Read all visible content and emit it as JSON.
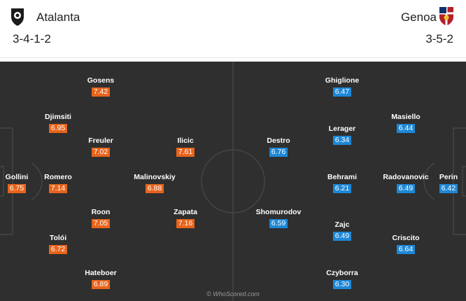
{
  "home": {
    "name": "Atalanta",
    "formation": "3-4-1-2",
    "color": "#e8641b",
    "crest_icon": "atalanta-crest-icon",
    "players": [
      {
        "name": "Gollini",
        "rating": "6.75"
      },
      {
        "name": "Djimsiti",
        "rating": "6.95"
      },
      {
        "name": "Romero",
        "rating": "7.14"
      },
      {
        "name": "Tolói",
        "rating": "6.72"
      },
      {
        "name": "Gosens",
        "rating": "7.42"
      },
      {
        "name": "Freuler",
        "rating": "7.02"
      },
      {
        "name": "Roon",
        "rating": "7.05"
      },
      {
        "name": "Hateboer",
        "rating": "6.89"
      },
      {
        "name": "Malinovskiy",
        "rating": "6.88"
      },
      {
        "name": "Ilicic",
        "rating": "7.61"
      },
      {
        "name": "Zapata",
        "rating": "7.16"
      }
    ]
  },
  "away": {
    "name": "Genoa",
    "formation": "3-5-2",
    "color": "#1e88d6",
    "crest_icon": "genoa-crest-icon",
    "players": [
      {
        "name": "Perin",
        "rating": "6.42"
      },
      {
        "name": "Masiello",
        "rating": "6.44"
      },
      {
        "name": "Radovanovic",
        "rating": "6.49"
      },
      {
        "name": "Criscito",
        "rating": "6.64"
      },
      {
        "name": "Ghiglione",
        "rating": "6.47"
      },
      {
        "name": "Lerager",
        "rating": "6.34"
      },
      {
        "name": "Behrami",
        "rating": "6.21"
      },
      {
        "name": "Zajc",
        "rating": "6.49"
      },
      {
        "name": "Czyborra",
        "rating": "6.30"
      },
      {
        "name": "Destro",
        "rating": "6.76"
      },
      {
        "name": "Shomurodov",
        "rating": "6.59"
      }
    ]
  },
  "watermark": "© WhoScored.com"
}
